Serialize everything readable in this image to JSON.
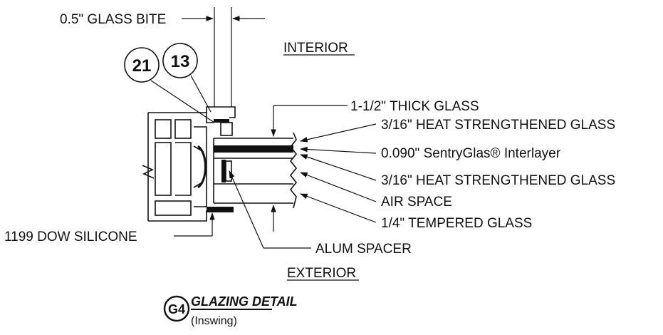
{
  "labels": {
    "glass_bite": "0.5\" GLASS BITE",
    "interior": "INTERIOR",
    "exterior": "EXTERIOR",
    "thick_glass": "1-1/2\" THICK GLASS",
    "hs_glass_top": "3/16\" HEAT STRENGTHENED GLASS",
    "interlayer": "0.090\" SentryGlas® Interlayer",
    "hs_glass_bottom": "3/16\" HEAT STRENGTHENED GLASS",
    "air_space": "AIR SPACE",
    "tempered_glass": "1/4\" TEMPERED GLASS",
    "silicone": "1199 DOW SILICONE",
    "spacer": "ALUM SPACER"
  },
  "callouts": {
    "bubble_a": "21",
    "bubble_b": "13"
  },
  "detail": {
    "tag": "G4",
    "title": "GLAZING DETAIL",
    "subtitle": "(Inswing)"
  }
}
